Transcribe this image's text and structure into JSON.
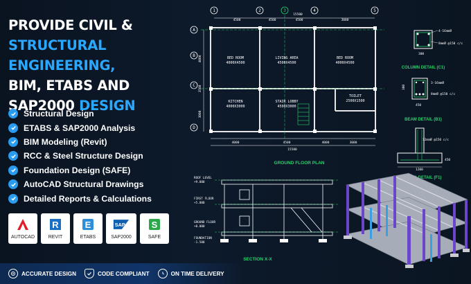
{
  "headline": {
    "line1": "PROVIDE CIVIL &",
    "line2": "STRUCTURAL ENGINEERING,",
    "line3": "BIM, ETABS AND",
    "line4a": "SAP2000 ",
    "line4b": "DESIGN"
  },
  "features": [
    "Structural Design",
    "ETABS & SAP2000 Analysis",
    "BIM Modeling (Revit)",
    "RCC & Steel Structure Design",
    "Foundation Design (SAFE)",
    "AutoCAD Structural Drawings",
    "Detailed Reports & Calculations"
  ],
  "software": [
    {
      "label": "AUTOCAD",
      "icon": "autocad-icon",
      "color": "#e01e2a"
    },
    {
      "label": "REVIT",
      "icon": "revit-icon",
      "color": "#1b6fc4"
    },
    {
      "label": "ETABS",
      "icon": "etabs-icon",
      "color": "#2b8fd9"
    },
    {
      "label": "SAP2000",
      "icon": "sap2000-icon",
      "color": "#0f5fb0"
    },
    {
      "label": "SAFE",
      "icon": "safe-icon",
      "color": "#2aa84a"
    }
  ],
  "footer": {
    "accurate": "ACCURATE DESIGN",
    "compliant": "CODE COMPLIANT",
    "delivery": "ON TIME DELIVERY"
  },
  "plan": {
    "grid_cols": [
      "1",
      "2",
      "3",
      "4",
      "5"
    ],
    "grid_rows": [
      "A",
      "B",
      "C",
      "D"
    ],
    "top_dims": [
      "4500",
      "4500",
      "4500",
      "3000"
    ],
    "top_total": "15500",
    "bottom_dims": [
      "4000",
      "4500",
      "4000",
      "3000"
    ],
    "bottom_total": "15500",
    "side_dims": [
      "4000",
      "3500",
      "3000"
    ],
    "rooms": [
      {
        "name": "BED ROOM",
        "size": "4000X4500"
      },
      {
        "name": "LIVING AREA",
        "size": "4500X4500"
      },
      {
        "name": "BED ROOM",
        "size": "4000X4500"
      },
      {
        "name": "KITCHEN",
        "size": "4000X3000"
      },
      {
        "name": "STAIR LOBBY",
        "size": "4500X3000"
      },
      {
        "name": "TOILET",
        "size": "2500X1500"
      }
    ],
    "title": "GROUND FLOOR PLAN"
  },
  "details": {
    "column_title": "COLUMN DETAIL (C1)",
    "column_bars": "4-16mmØ",
    "column_ties": "8mmØ @150 c/c",
    "column_size": "300",
    "beam_title": "BEAM DETAIL (B1)",
    "beam_bars": "3-16mmØ",
    "beam_ties": "8mmØ @150 c/c",
    "beam_width": "300",
    "beam_depth": "450",
    "footing_title": "FOOTING DETAIL (F1)",
    "footing_bars": "12mmØ @150 c/c",
    "footing_width": "1200",
    "footing_depth": "450"
  },
  "section": {
    "title": "SECTION X-X",
    "levels": [
      {
        "name": "ROOF LEVEL",
        "value": "+9.000"
      },
      {
        "name": "FIRST FLOOR",
        "value": "+5.000"
      },
      {
        "name": "GROUND FLOOR",
        "value": "+0.000"
      },
      {
        "name": "FOUNDATION",
        "value": "-1.500"
      }
    ]
  },
  "colors": {
    "accent": "#2aa8ff",
    "cad_green": "#27d26a",
    "check": "#2a9cf0"
  }
}
